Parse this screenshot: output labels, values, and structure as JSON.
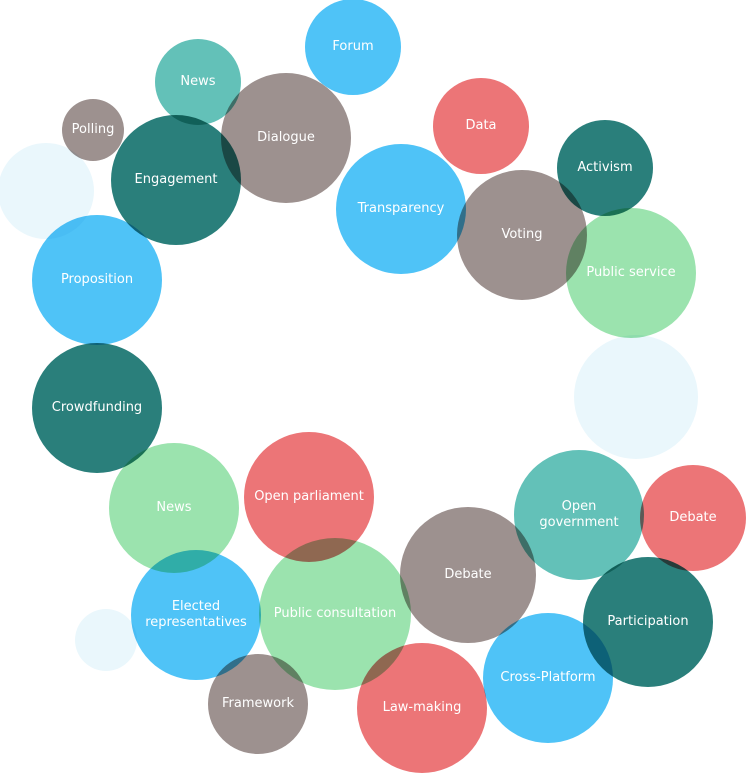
{
  "colors": {
    "teal_dark": "#2a7f7b",
    "teal_light": "#63c1b8",
    "blue": "#4fc3f7",
    "green": "#9be3ae",
    "red": "#ec7577",
    "gray": "#9d918f",
    "faint": "#eaf7fc"
  },
  "bubbles": [
    {
      "label": "Forum",
      "color": "blue"
    },
    {
      "label": "News",
      "color": "teal_light"
    },
    {
      "label": "Dialogue",
      "color": "gray"
    },
    {
      "label": "Polling",
      "color": "gray"
    },
    {
      "label": "Engagement",
      "color": "teal_dark"
    },
    {
      "label": "",
      "color": "faint"
    },
    {
      "label": "Data",
      "color": "red"
    },
    {
      "label": "Activism",
      "color": "teal_dark"
    },
    {
      "label": "Transparency",
      "color": "blue"
    },
    {
      "label": "Voting",
      "color": "gray"
    },
    {
      "label": "Public service",
      "color": "green"
    },
    {
      "label": "Proposition",
      "color": "blue"
    },
    {
      "label": "",
      "color": "faint"
    },
    {
      "label": "Crowdfunding",
      "color": "teal_dark"
    },
    {
      "label": "Open parliament",
      "color": "red"
    },
    {
      "label": "News",
      "color": "green"
    },
    {
      "label": "Open government",
      "color": "teal_light"
    },
    {
      "label": "Debate",
      "color": "red"
    },
    {
      "label": "Debate",
      "color": "gray"
    },
    {
      "label": "Public consultation",
      "color": "green"
    },
    {
      "label": "Elected representatives",
      "color": "blue"
    },
    {
      "label": "",
      "color": "faint"
    },
    {
      "label": "Participation",
      "color": "teal_dark"
    },
    {
      "label": "Cross-Platform",
      "color": "blue"
    },
    {
      "label": "Framework",
      "color": "gray"
    },
    {
      "label": "Law-making",
      "color": "red"
    }
  ]
}
